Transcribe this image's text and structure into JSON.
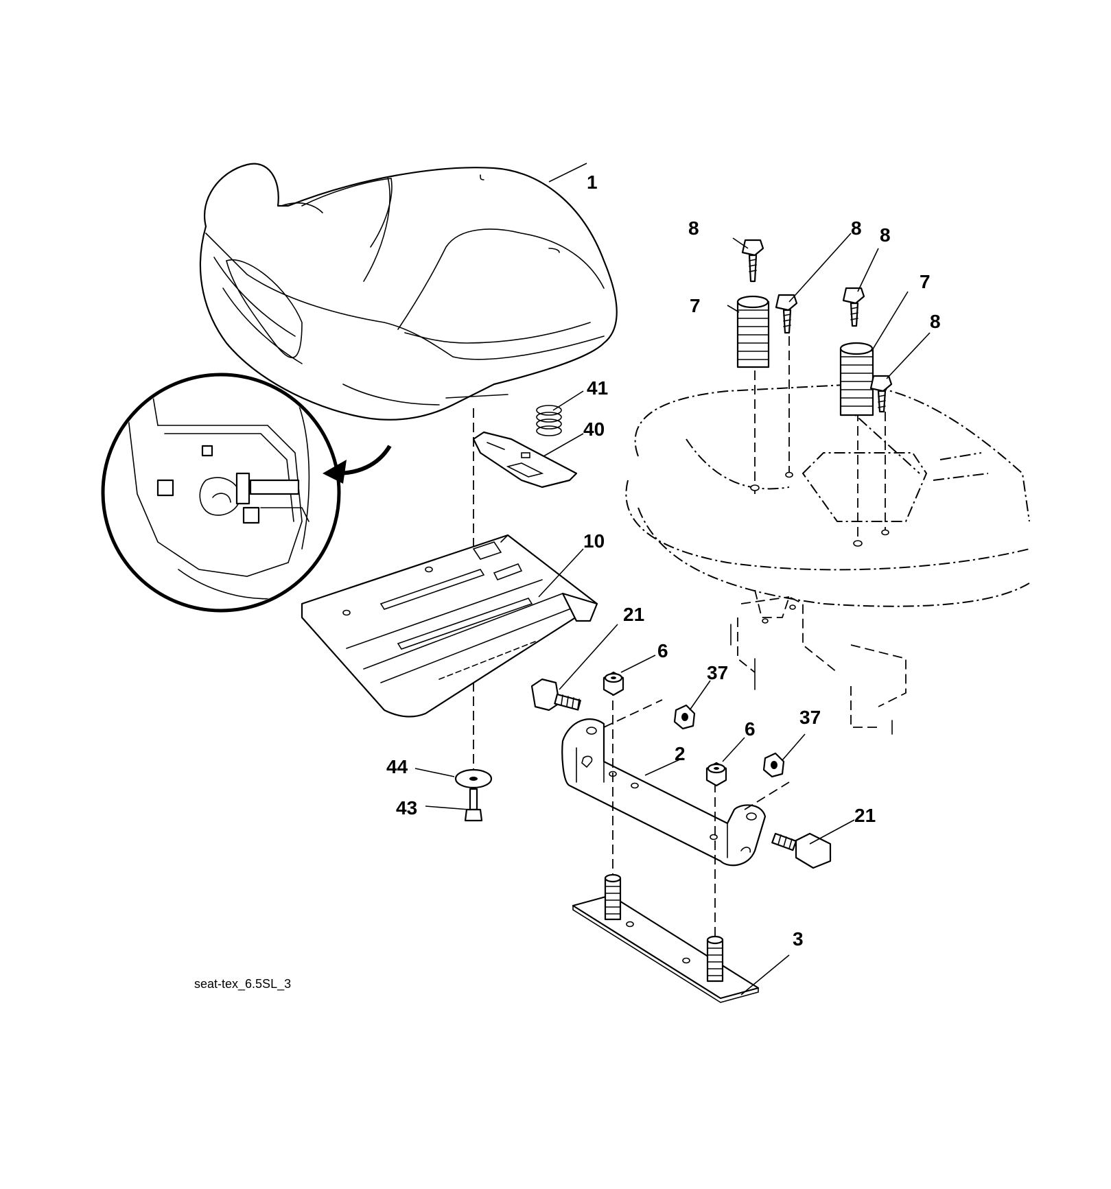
{
  "diagram": {
    "caption": "seat-tex_6.5SL_3",
    "callouts": [
      {
        "id": "c1",
        "label": "1"
      },
      {
        "id": "c2",
        "label": "2"
      },
      {
        "id": "c3",
        "label": "3"
      },
      {
        "id": "c6a",
        "label": "6"
      },
      {
        "id": "c6b",
        "label": "6"
      },
      {
        "id": "c7a",
        "label": "7"
      },
      {
        "id": "c7b",
        "label": "7"
      },
      {
        "id": "c8a",
        "label": "8"
      },
      {
        "id": "c8b",
        "label": "8"
      },
      {
        "id": "c8c",
        "label": "8"
      },
      {
        "id": "c8d",
        "label": "8"
      },
      {
        "id": "c10",
        "label": "10"
      },
      {
        "id": "c21a",
        "label": "21"
      },
      {
        "id": "c21b",
        "label": "21"
      },
      {
        "id": "c37a",
        "label": "37"
      },
      {
        "id": "c37b",
        "label": "37"
      },
      {
        "id": "c40",
        "label": "40"
      },
      {
        "id": "c41",
        "label": "41"
      },
      {
        "id": "c43",
        "label": "43"
      },
      {
        "id": "c44",
        "label": "44"
      }
    ]
  }
}
